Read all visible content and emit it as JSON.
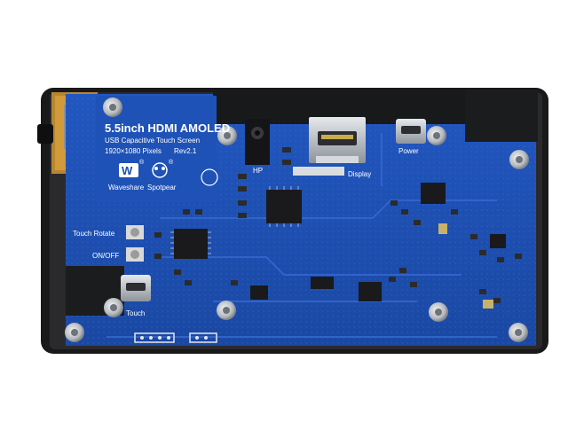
{
  "board": {
    "title": "5.5inch HDMI AMOLED",
    "subtitle": "USB Capacitive Touch Screen",
    "resolution": "1920×1080 Pixels",
    "revision": "Rev2.1",
    "brand_left": "Waveshare",
    "brand_right": "Spotpear",
    "logo_left_mark": "W",
    "registered_mark": "®"
  },
  "labels": {
    "hp": "HP",
    "display": "Display",
    "power": "Power",
    "touch_rotate": "Touch Rotate",
    "on_off": "ON/OFF",
    "touch": "Touch"
  },
  "colors": {
    "pcb_blue": "#1d4fb0",
    "pcb_dark": "#123a8a",
    "bezel": "#1a1a1c",
    "metal": "#c9cdd2",
    "silk": "#ffffff"
  }
}
